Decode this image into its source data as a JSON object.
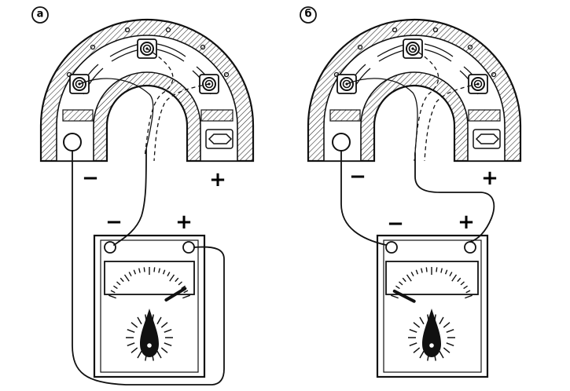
{
  "panels": [
    {
      "id": "a",
      "label": "а",
      "generator": {
        "minus_sign": "−",
        "plus_sign": "+"
      },
      "meter": {
        "minus_sign": "−",
        "plus_sign": "+",
        "needle_fraction": 0.92
      }
    },
    {
      "id": "b",
      "label": "б",
      "generator": {
        "minus_sign": "−",
        "plus_sign": "+"
      },
      "meter": {
        "minus_sign": "−",
        "plus_sign": "+",
        "needle_fraction": 0.05
      }
    }
  ],
  "colors": {
    "ink": "#111111",
    "hatch": "#333333",
    "background": "#ffffff"
  }
}
